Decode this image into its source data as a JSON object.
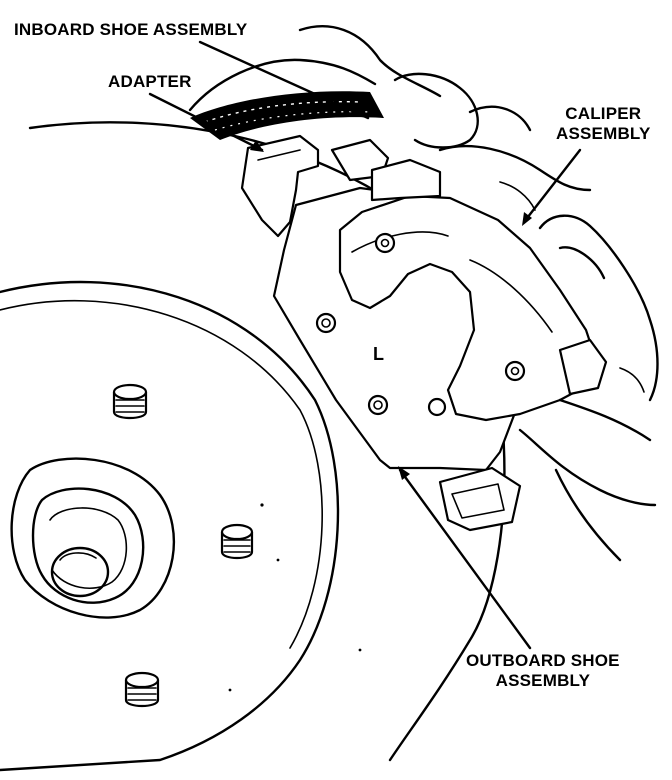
{
  "diagram": {
    "labels": {
      "inboard_shoe": "INBOARD SHOE ASSEMBLY",
      "adapter": "ADAPTER",
      "caliper_line1": "CALIPER",
      "caliper_line2": "ASSEMBLY",
      "outboard_line1": "OUTBOARD SHOE",
      "outboard_line2": "ASSEMBLY",
      "pad_mark": "L"
    },
    "ink_color": "#000000",
    "paper_color": "#ffffff"
  }
}
